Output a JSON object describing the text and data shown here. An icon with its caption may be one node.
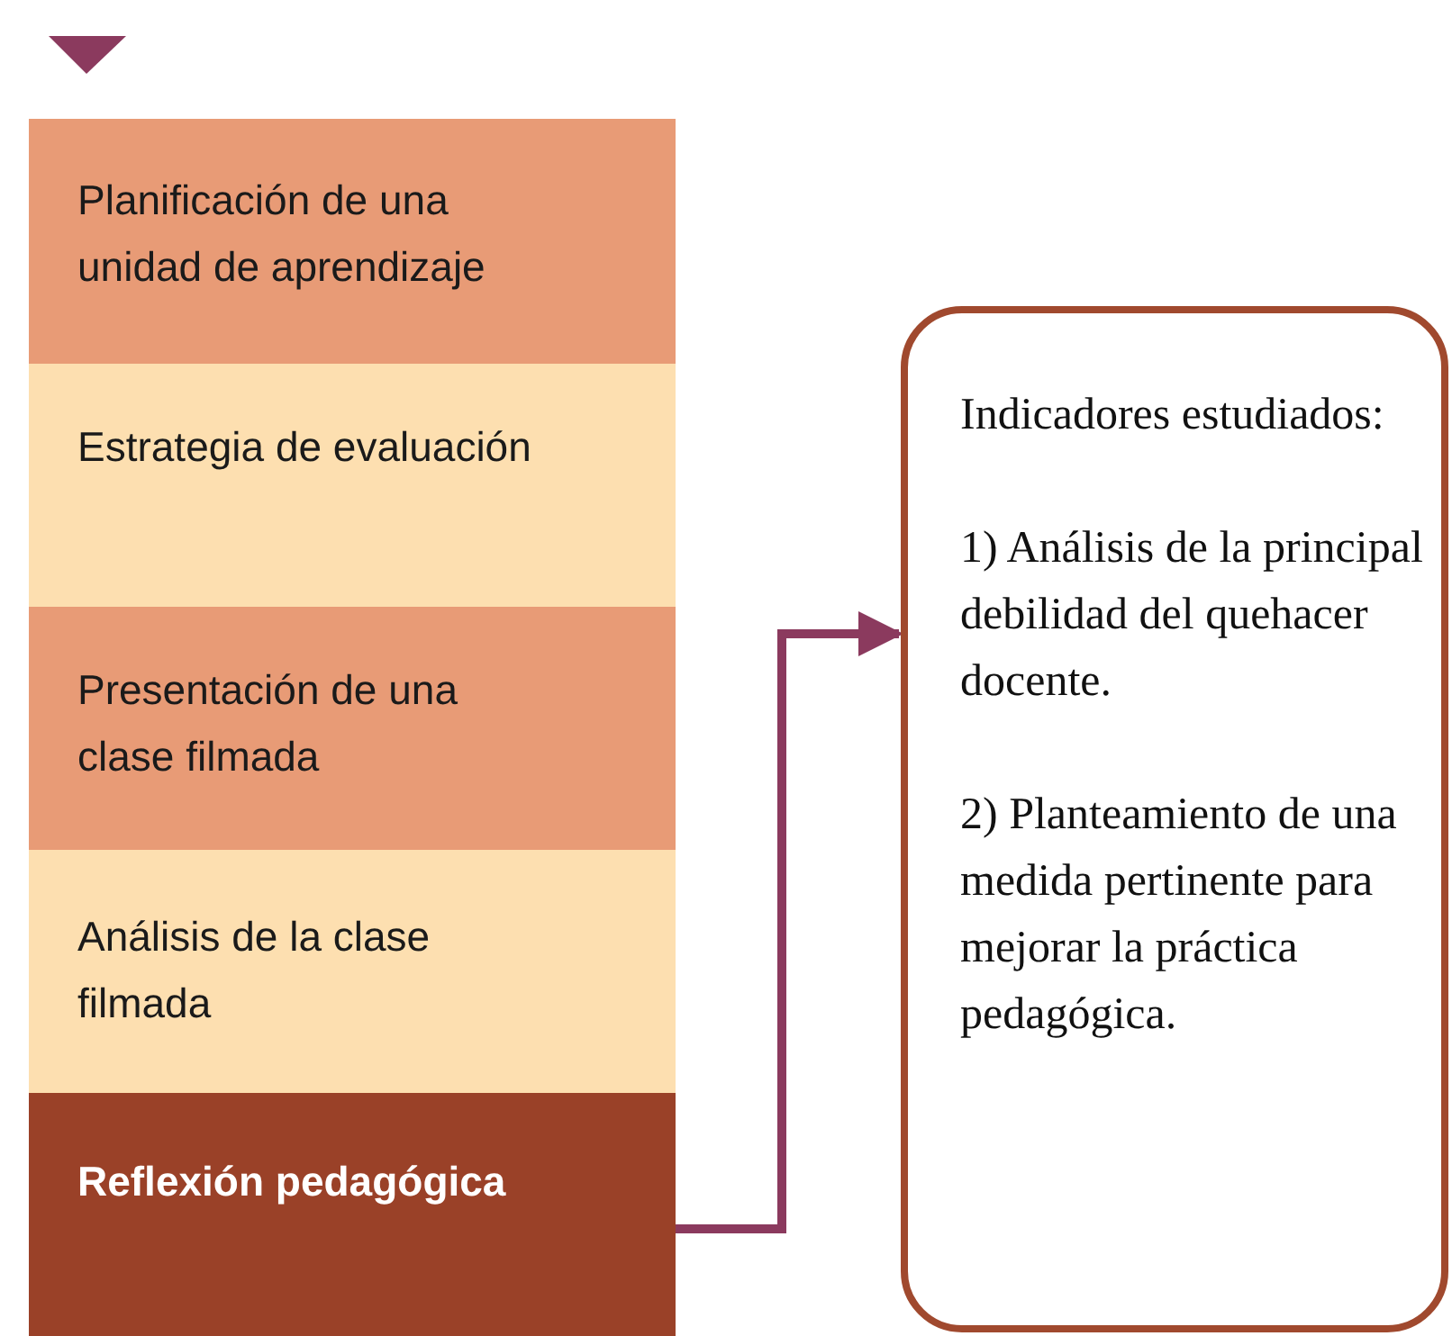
{
  "diagram": {
    "nodes": [
      {
        "text": [
          "Planificación de una unidad de aprendizaje"
        ]
      },
      {
        "text": [
          "Estrategia de evaluación"
        ]
      },
      {
        "text": [
          "Presentación de una clase filmada"
        ]
      },
      {
        "text": [
          "Análisis de la clase filmada"
        ]
      },
      {
        "text": [
          "Reflexión pedagógica"
        ]
      },
      {
        "text": [
          "Indicadores estudiados:",
          "1) Análisis de la principal debilidad del quehacer docente.",
          "2) Planteamiento de una medida pertinente para mejorar la práctica pedagógica."
        ]
      }
    ],
    "edges": [
      {
        "from": 4,
        "to": 5,
        "arrow": "to"
      }
    ]
  }
}
